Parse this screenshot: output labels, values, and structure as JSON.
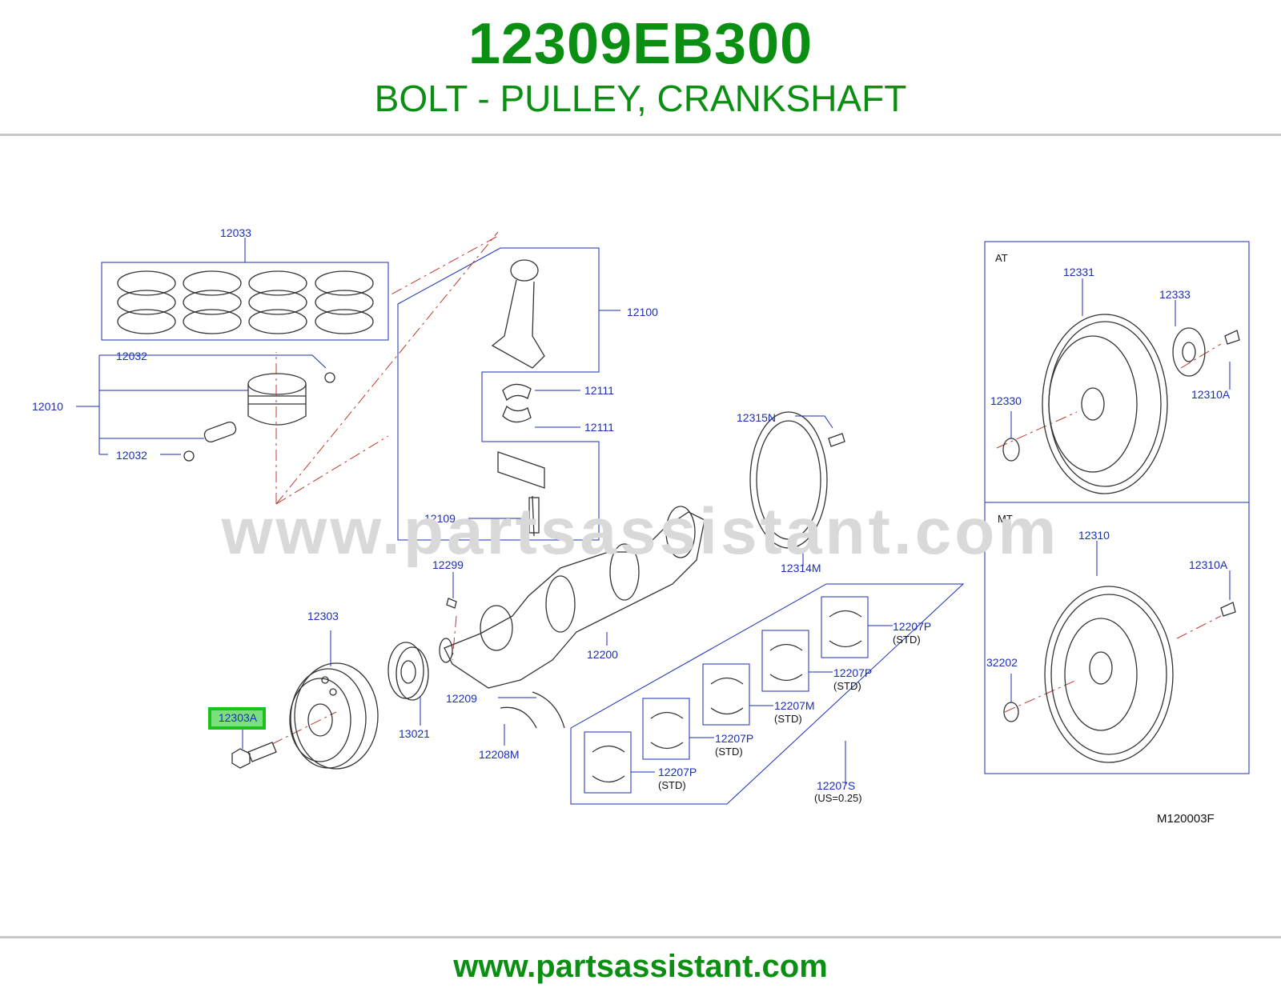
{
  "header": {
    "part_number": "12309EB300",
    "description": "BOLT - PULLEY, CRANKSHAFT"
  },
  "watermark": "www.partsassistant.com",
  "footer": {
    "url": "www.partsassistant.com"
  },
  "diagram": {
    "code": "M120003F",
    "highlighted_part": "12303A",
    "sections": {
      "at": "AT",
      "mt": "MT"
    },
    "callouts": {
      "c12033": "12033",
      "c12032a": "12032",
      "c12010": "12010",
      "c12032b": "12032",
      "c12100": "12100",
      "c12111a": "12111",
      "c12111b": "12111",
      "c12109": "12109",
      "c12315n": "12315N",
      "c12314m": "12314M",
      "c12299": "12299",
      "c12303": "12303",
      "c13021": "13021",
      "c12200": "12200",
      "c12209": "12209",
      "c12208m": "12208M",
      "c12207p1": "12207P",
      "c12207p2": "12207P",
      "c12207m": "12207M",
      "c12207p3": "12207P",
      "c12207p4": "12207P",
      "c12207s": "12207S",
      "c12331": "12331",
      "c12333": "12333",
      "c12330": "12330",
      "c12310a1": "12310A",
      "c12310": "12310",
      "c12310a2": "12310A",
      "c32202": "32202"
    },
    "qualifiers": {
      "std1": "(STD)",
      "std2": "(STD)",
      "std3": "(STD)",
      "std4": "(STD)",
      "std5": "(STD)",
      "us025": "(US=0.25)"
    }
  },
  "colors": {
    "brand_green": "#0a8f12",
    "callout_blue": "#1a2fb5",
    "highlight_green": "#1bc21b"
  }
}
